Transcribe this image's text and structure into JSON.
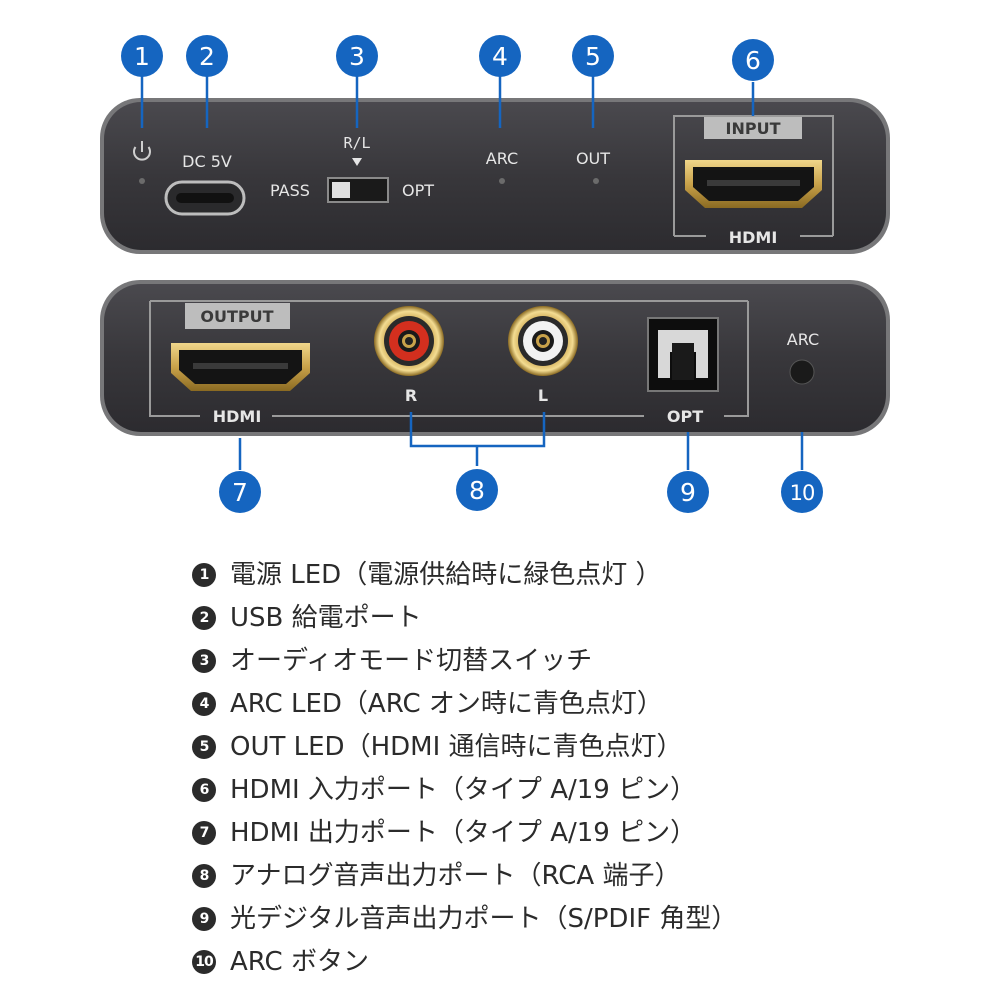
{
  "callout_numbers": [
    "1",
    "2",
    "3",
    "4",
    "5",
    "6",
    "7",
    "8",
    "9",
    "10"
  ],
  "top_panel": {
    "dc_label": "DC 5V",
    "switch_top_label": "R/L",
    "switch_left_label": "PASS",
    "switch_right_label": "OPT",
    "arc_led_label": "ARC",
    "out_led_label": "OUT",
    "input_label": "INPUT",
    "hdmi_label": "HDMI"
  },
  "bottom_panel": {
    "output_label": "OUTPUT",
    "hdmi_label": "HDMI",
    "r_label": "R",
    "l_label": "L",
    "opt_label": "OPT",
    "arc_button_label": "ARC"
  },
  "legend": [
    {
      "num": "1",
      "text": "電源 LED（電源供給時に緑色点灯 ）"
    },
    {
      "num": "2",
      "text": "USB 給電ポート"
    },
    {
      "num": "3",
      "text": "オーディオモード切替スイッチ"
    },
    {
      "num": "4",
      "text": "ARC LED（ARC オン時に青色点灯）"
    },
    {
      "num": "5",
      "text": "OUT LED（HDMI 通信時に青色点灯）"
    },
    {
      "num": "6",
      "text": "HDMI 入力ポート（タイプ A/19 ピン）"
    },
    {
      "num": "7",
      "text": "HDMI 出力ポート（タイプ A/19 ピン）"
    },
    {
      "num": "8",
      "text": "アナログ音声出力ポート（RCA 端子）"
    },
    {
      "num": "9",
      "text": "光デジタル音声出力ポート（S/PDIF 角型）"
    },
    {
      "num": "10",
      "text": "ARC ボタン"
    }
  ],
  "colors": {
    "callout_blue": "#1565c0",
    "panel_body": "#3b3a3e",
    "panel_edge": "#6c6c70",
    "label_plate": "#bdbdbd",
    "connector_gold": "#c9a24a",
    "rca_red": "#d32f1e",
    "rca_white": "#f2f2f2"
  }
}
